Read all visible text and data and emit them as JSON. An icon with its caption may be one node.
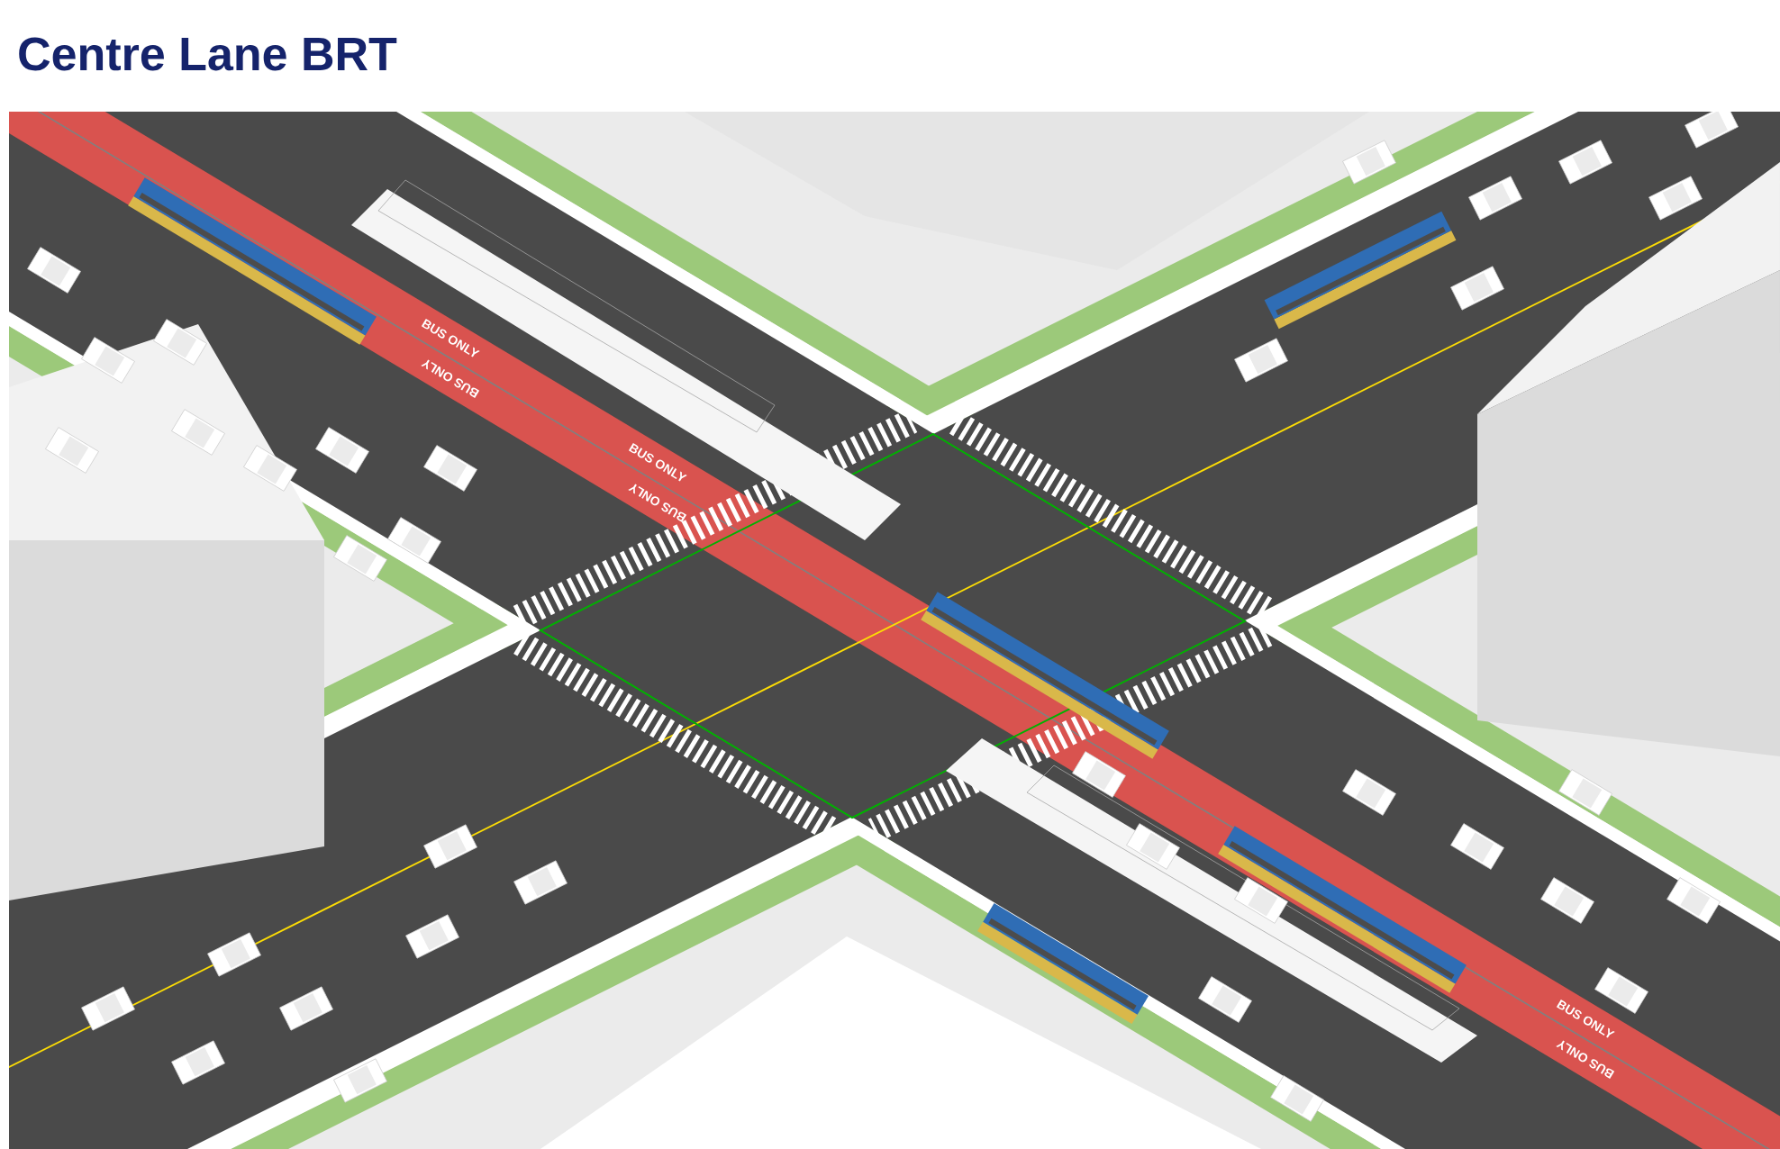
{
  "diagram": {
    "title": "Centre Lane BRT",
    "labels": [
      "BUS ONLY",
      "BUS ONLY",
      "BUS ONLY",
      "BUS ONLY",
      "BUS ONLY",
      "BUS ONLY"
    ]
  }
}
